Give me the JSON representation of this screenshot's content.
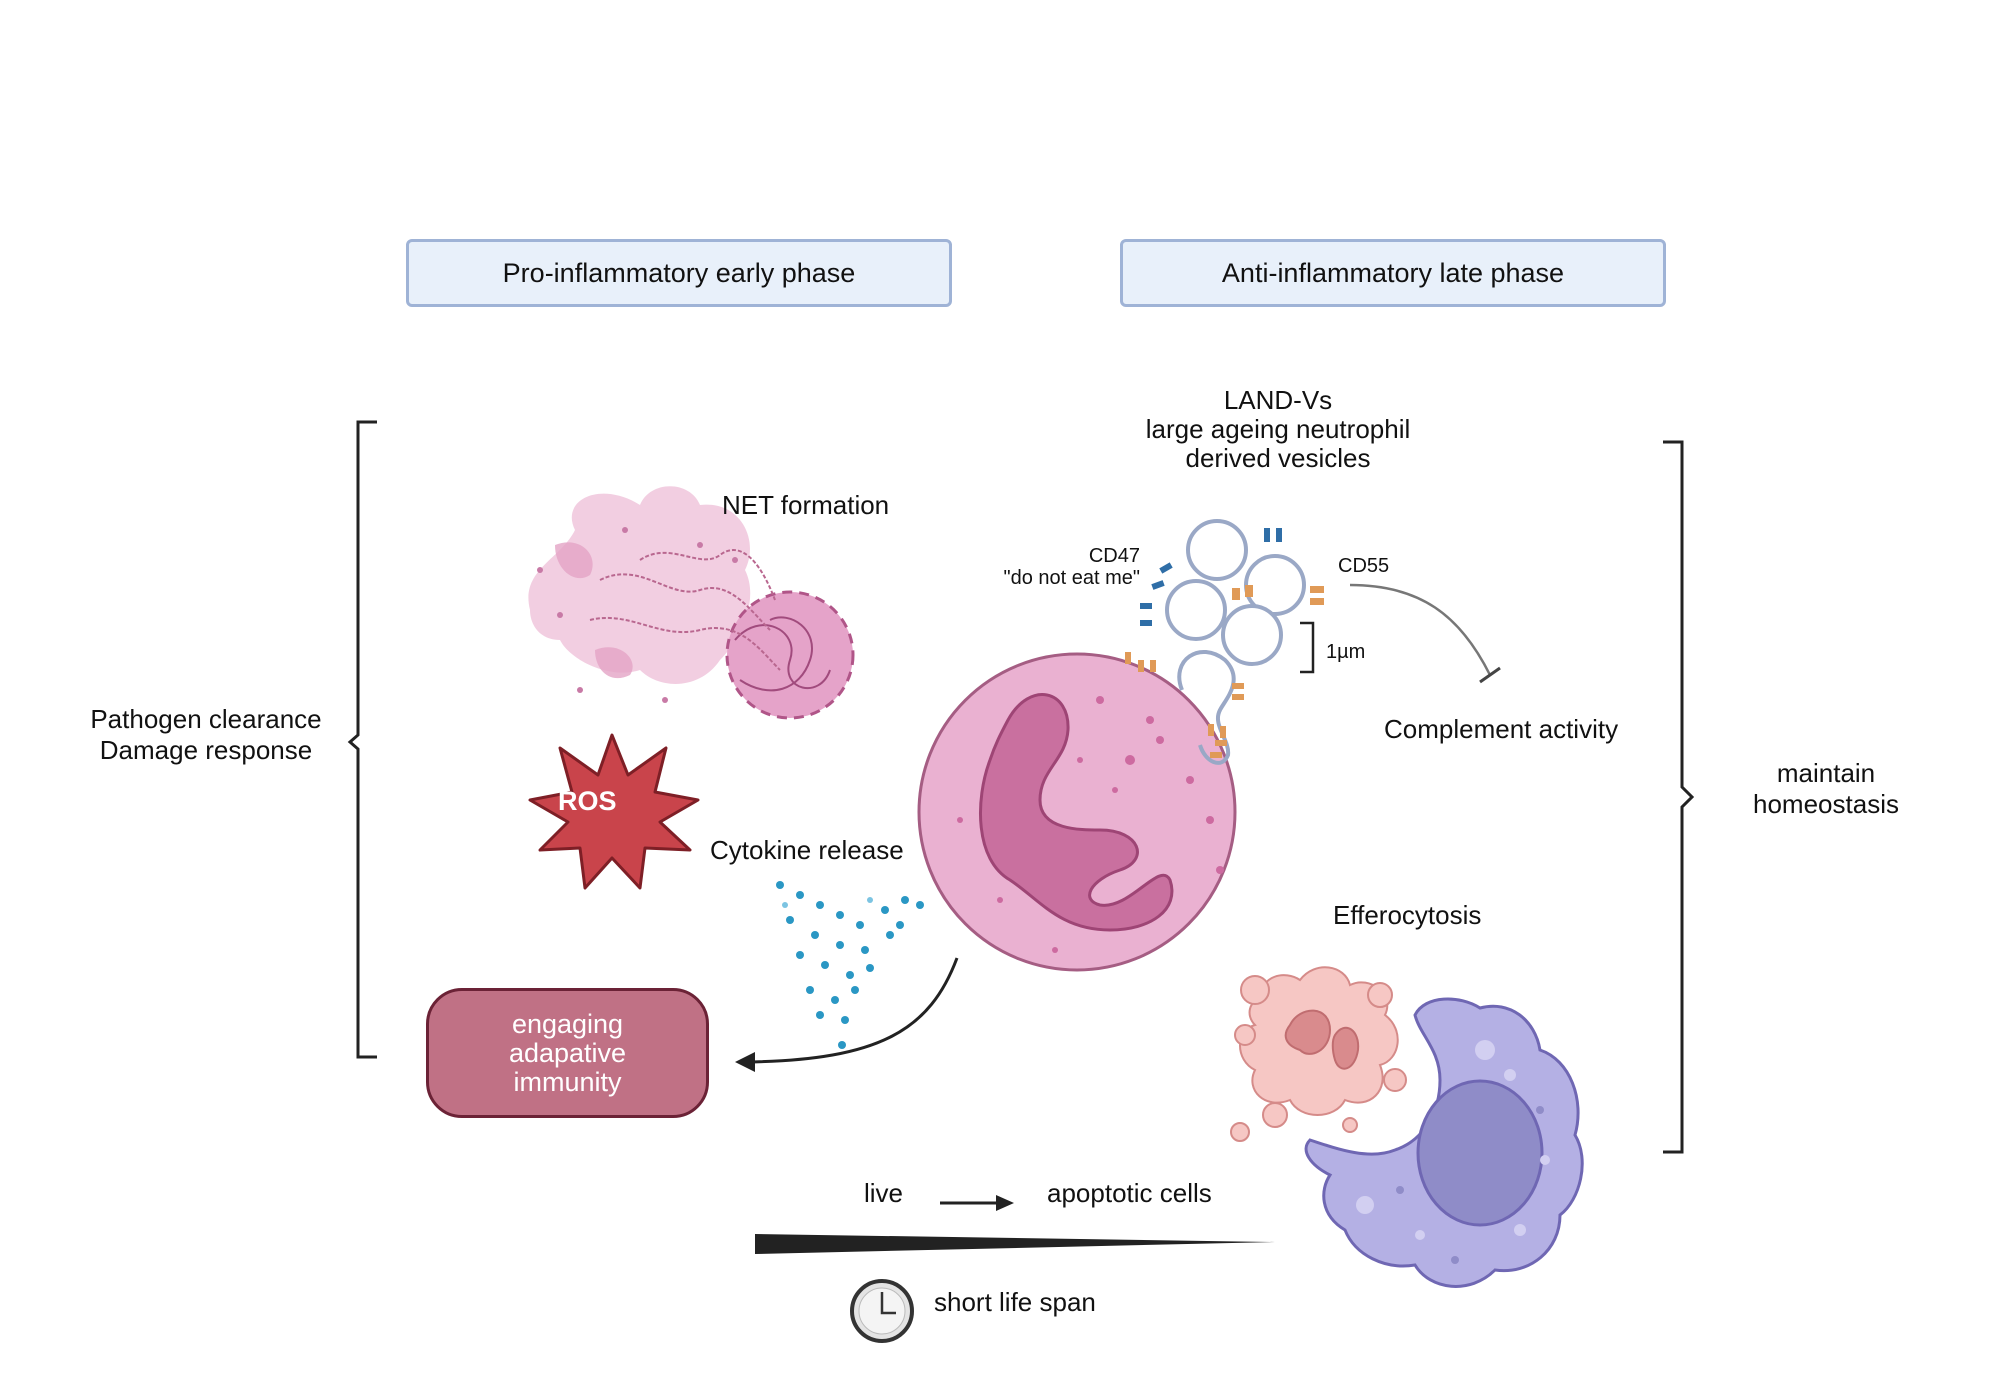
{
  "phases": {
    "early": "Pro-inflammatory early phase",
    "late": "Anti-inflammatory late phase"
  },
  "left_bracket": {
    "line1": "Pathogen clearance",
    "line2": "Damage response"
  },
  "right_bracket": {
    "line1": "maintain",
    "line2": "homeostasis"
  },
  "net": "NET formation",
  "ros": "ROS",
  "cytokine": "Cytokine release",
  "adaptive": {
    "line1": "engaging",
    "line2": "adapative",
    "line3": "immunity"
  },
  "landv": {
    "line1": "LAND-Vs",
    "line2": "large ageing neutrophil",
    "line3": "derived vesicles"
  },
  "cd47": {
    "line1": "CD47",
    "line2": "\"do not eat me\""
  },
  "cd55": "CD55",
  "scale": "1µm",
  "complement": "Complement activity",
  "efferocytosis": "Efferocytosis",
  "timeline": {
    "live": "live",
    "apoptotic": "apoptotic cells",
    "lifespan": "short life span"
  },
  "colors": {
    "neutrophil": "#eab1d1",
    "nucleus": "#c9709f",
    "macrophage": "#b4b0e4",
    "apoptotic_cell": "#f6c7c4",
    "ros": "#c9444b",
    "adaptive_box": "#c07185",
    "phase_box": "#e8f0fa",
    "cytokine": "#2a97c4",
    "cd47_receptor": "#2f6ea7",
    "cd55_receptor": "#e09a57"
  },
  "icons": [
    "net-icon",
    "ros-starburst-icon",
    "neutrophil-icon",
    "vesicle-cluster-icon",
    "macrophage-icon",
    "apoptotic-cell-icon",
    "clock-icon"
  ]
}
